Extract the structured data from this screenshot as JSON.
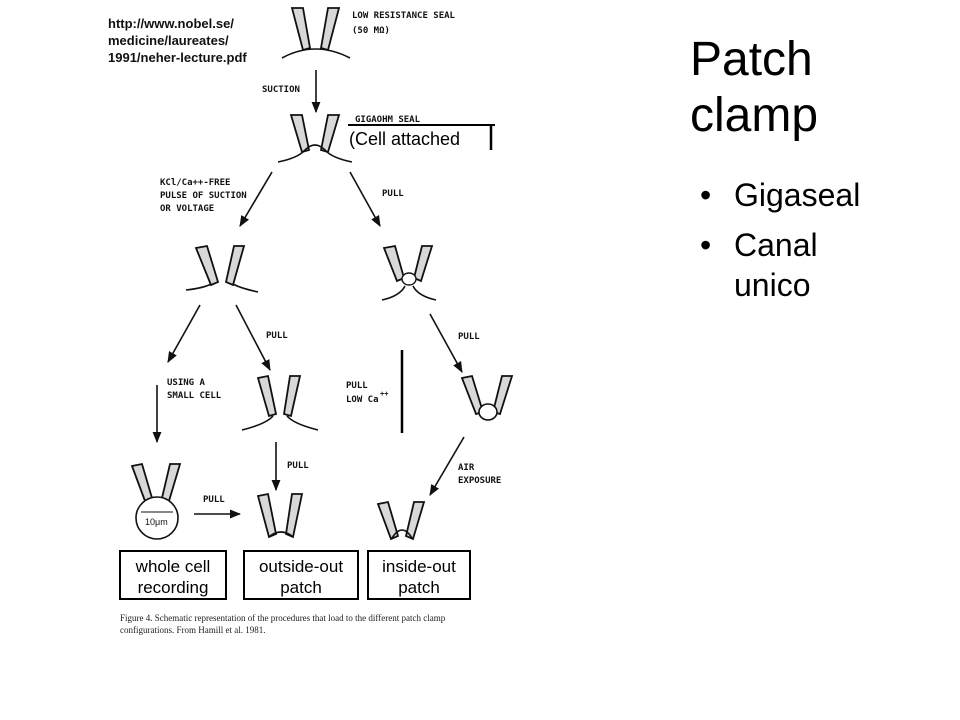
{
  "slide": {
    "title": "Patch clamp",
    "bullet_glyph": "•",
    "bullets": [
      "Gigaseal",
      "Canal unico"
    ]
  },
  "figure": {
    "source_url_lines": [
      "http://www.nobel.se/",
      "medicine/laureates/",
      "1991/neher-lecture.pdf"
    ],
    "low_resistance_seal_line1": "LOW RESISTANCE SEAL",
    "low_resistance_seal_line2": "(50 MΩ)",
    "suction": "SUCTION",
    "gigaohm_seal": "GIGAOHM SEAL",
    "cell_attached": "(Cell attached",
    "kcl_line1": "KCl/Ca++-FREE",
    "kcl_line2": "PULSE OF SUCTION",
    "kcl_line3": "OR VOLTAGE",
    "pull": "PULL",
    "using_small_cell_line1": "USING A",
    "using_small_cell_line2": "SMALL CELL",
    "pull_low_ca_line1": "PULL",
    "pull_low_ca_line2": "LOW Ca",
    "pull_low_ca_sup": "++",
    "air_exposure_line1": "AIR",
    "air_exposure_line2": "EXPOSURE",
    "cell_size": "10μm",
    "result_boxes": [
      {
        "line1": "whole cell",
        "line2": "recording"
      },
      {
        "line1": "outside-out",
        "line2": "patch"
      },
      {
        "line1": "inside-out",
        "line2": "patch"
      }
    ],
    "caption_line1": "Figure 4. Schematic representation of the procedures that load to the different patch clamp",
    "caption_line2": "configurations. From Hamill et al. 1981."
  }
}
